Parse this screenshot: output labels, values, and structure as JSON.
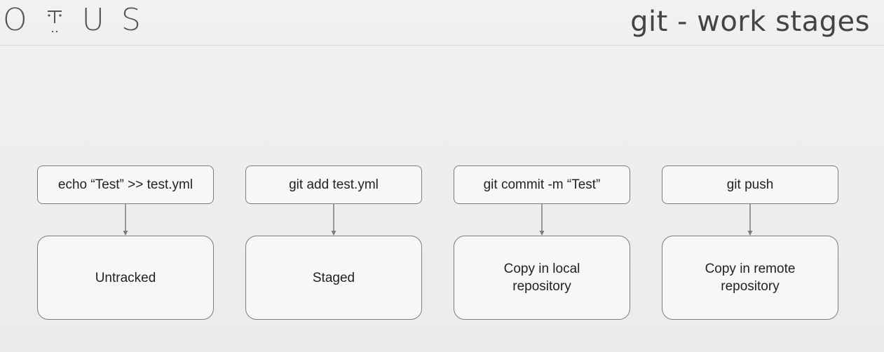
{
  "header": {
    "logo": {
      "left": "O",
      "right_1": "U",
      "right_2": "S"
    },
    "title": "git - work stages"
  },
  "diagram": {
    "columns": [
      {
        "command": "echo “Test” >> test.yml",
        "stage": "Untracked"
      },
      {
        "command": "git add test.yml",
        "stage": "Staged"
      },
      {
        "command": "git commit -m “Test”",
        "stage": "Copy in local repository"
      },
      {
        "command": "git push",
        "stage": "Copy in remote repository"
      }
    ]
  },
  "colors": {
    "background": "#eeeeee",
    "box_border": "#7c7c7c",
    "box_fill": "#f7f7f7",
    "text": "#222222"
  }
}
